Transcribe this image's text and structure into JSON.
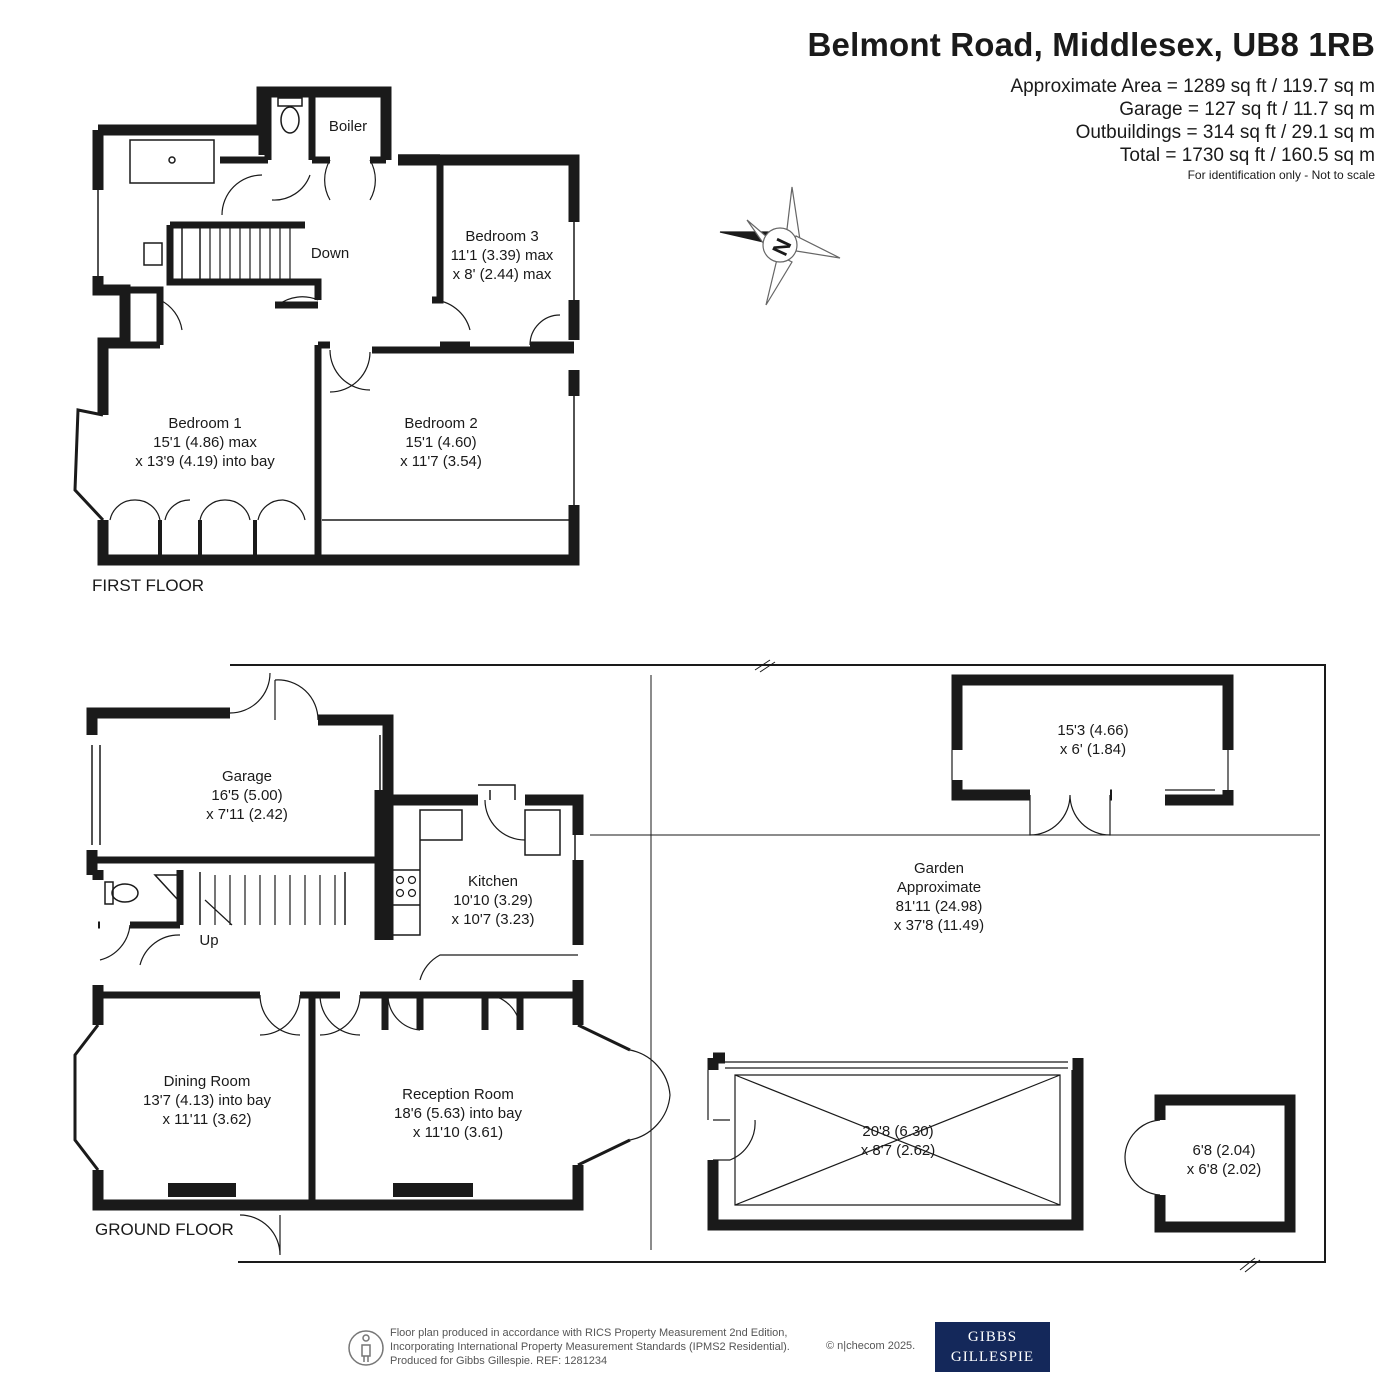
{
  "header": {
    "title": "Belmont Road, Middlesex, UB8 1RB",
    "area": "Approximate Area = 1289 sq ft / 119.7 sq m",
    "garage": "Garage = 127 sq ft / 11.7 sq m",
    "outbuildings": "Outbuildings = 314 sq ft / 29.1 sq m",
    "total": "Total = 1730 sq ft / 160.5 sq m",
    "note": "For identification only - Not to scale"
  },
  "compass": {
    "letter": "N"
  },
  "floors": {
    "first": "FIRST FLOOR",
    "ground": "GROUND FLOOR"
  },
  "first_floor": {
    "boiler": "Boiler",
    "down": "Down",
    "bedroom3": {
      "name": "Bedroom 3",
      "dim1": "11'1 (3.39) max",
      "dim2": "x 8' (2.44) max"
    },
    "bedroom1": {
      "name": "Bedroom 1",
      "dim1": "15'1 (4.86) max",
      "dim2": "x 13'9 (4.19) into bay"
    },
    "bedroom2": {
      "name": "Bedroom 2",
      "dim1": "15'1 (4.60)",
      "dim2": "x 11'7 (3.54)"
    }
  },
  "ground_floor": {
    "garage": {
      "name": "Garage",
      "dim1": "16'5 (5.00)",
      "dim2": "x 7'11 (2.42)"
    },
    "kitchen": {
      "name": "Kitchen",
      "dim1": "10'10 (3.29)",
      "dim2": "x 10'7 (3.23)"
    },
    "up": "Up",
    "dining": {
      "name": "Dining Room",
      "dim1": "13'7 (4.13) into bay",
      "dim2": "x 11'11 (3.62)"
    },
    "reception": {
      "name": "Reception Room",
      "dim1": "18'6 (5.63) into bay",
      "dim2": "x 11'10 (3.61)"
    },
    "garden": {
      "name": "Garden",
      "dim0": "Approximate",
      "dim1": "81'11 (24.98)",
      "dim2": "x 37'8 (11.49)"
    },
    "outbuilding1": {
      "dim1": "15'3 (4.66)",
      "dim2": "x 6' (1.84)"
    },
    "outbuilding2": {
      "dim1": "20'8 (6.30)",
      "dim2": "x 8'7 (2.62)"
    },
    "outbuilding3": {
      "dim1": "6'8 (2.04)",
      "dim2": "x 6'8 (2.02)"
    }
  },
  "footer": {
    "line1": "Floor plan produced in accordance with RICS Property Measurement 2nd Edition,",
    "line2": "Incorporating International Property Measurement Standards (IPMS2 Residential).",
    "line3": "Produced for Gibbs Gillespie.   REF: 1281234",
    "copyright": "© n|checom 2025.",
    "brand1": "GIBBS",
    "brand2": "GILLESPIE"
  }
}
